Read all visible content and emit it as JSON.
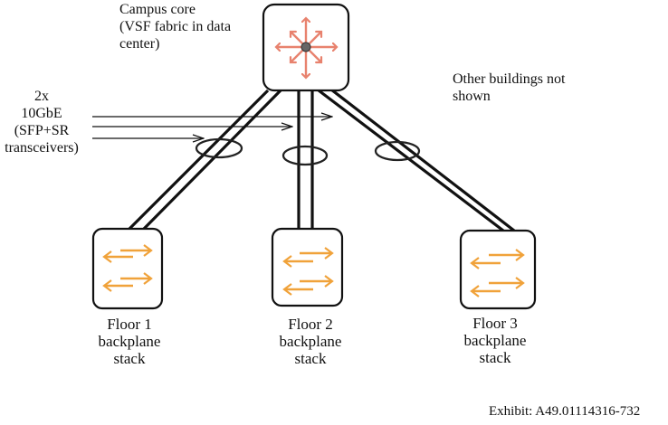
{
  "diagram": {
    "title": "Campus network topology exhibit",
    "core": {
      "label_lines": [
        "Campus core",
        "(VSF fabric in data",
        "center)"
      ],
      "icon": "routing-switch-four-way-arrows-icon",
      "icon_color": "#e8826e",
      "hub_color": "#666666"
    },
    "uplink": {
      "label_lines": [
        "2x",
        "10GbE",
        "(SFP+SR",
        "transceivers)"
      ],
      "description": "Each access stack connects to the core with 2 links bundled as a link aggregation (ellipse)"
    },
    "other_buildings": {
      "label_lines": [
        "Other buildings not",
        "shown"
      ]
    },
    "floors": [
      {
        "name": "Floor 1",
        "label_lines": [
          "Floor 1",
          "backplane",
          "stack"
        ],
        "icon": "switch-bidirectional-arrows-icon"
      },
      {
        "name": "Floor 2",
        "label_lines": [
          "Floor 2",
          "backplane",
          "stack"
        ],
        "icon": "switch-bidirectional-arrows-icon"
      },
      {
        "name": "Floor 3",
        "label_lines": [
          "Floor 3",
          "backplane",
          "stack"
        ],
        "icon": "switch-bidirectional-arrows-icon"
      }
    ],
    "switch_icon_color": "#f0a23a",
    "line_color": "#111111",
    "exhibit": "Exhibit: A49.01114316-732"
  }
}
